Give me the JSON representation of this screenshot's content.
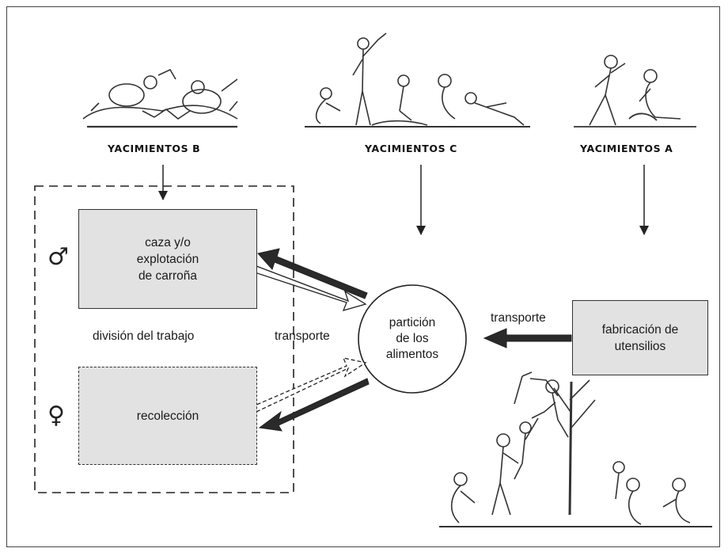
{
  "sites": {
    "b": "YACIMIENTOS B",
    "c": "YACIMIENTOS C",
    "a": "YACIMIENTOS A"
  },
  "boxes": {
    "hunting": "caza y/o\nexplotación\nde carroña",
    "gathering": "recolección",
    "tools": "fabricación de\nutensilios"
  },
  "center": "partición\nde los\nalimentos",
  "labels": {
    "division": "división del trabajo",
    "transport_left": "transporte",
    "transport_right": "transporte"
  },
  "symbols": {
    "male": "♂",
    "female": "♀"
  },
  "illustrations": [
    "hunters-butchering-illustration",
    "group-sharing-food-illustration",
    "toolmakers-illustration",
    "tree-climbing-group-illustration"
  ]
}
